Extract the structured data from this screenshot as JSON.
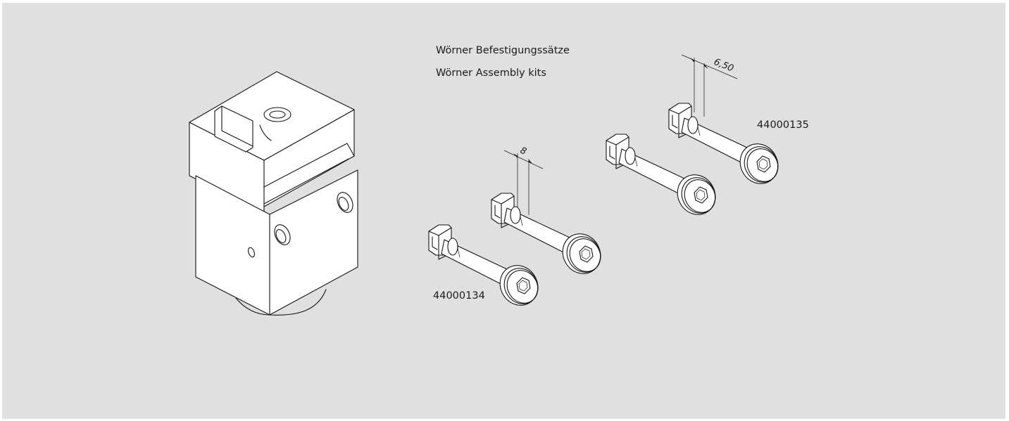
{
  "headings": {
    "line1": "Wörner Befestigungssätze",
    "line2": "Wörner Assembly kits"
  },
  "parts": {
    "left_kit": "44000134",
    "right_kit": "44000135"
  },
  "dimensions": {
    "left_kit_head_width": "8",
    "right_kit_head_width": "6,50"
  },
  "colors": {
    "background": "#dfe0e1",
    "line": "#151515",
    "text": "#1b1b1b"
  }
}
